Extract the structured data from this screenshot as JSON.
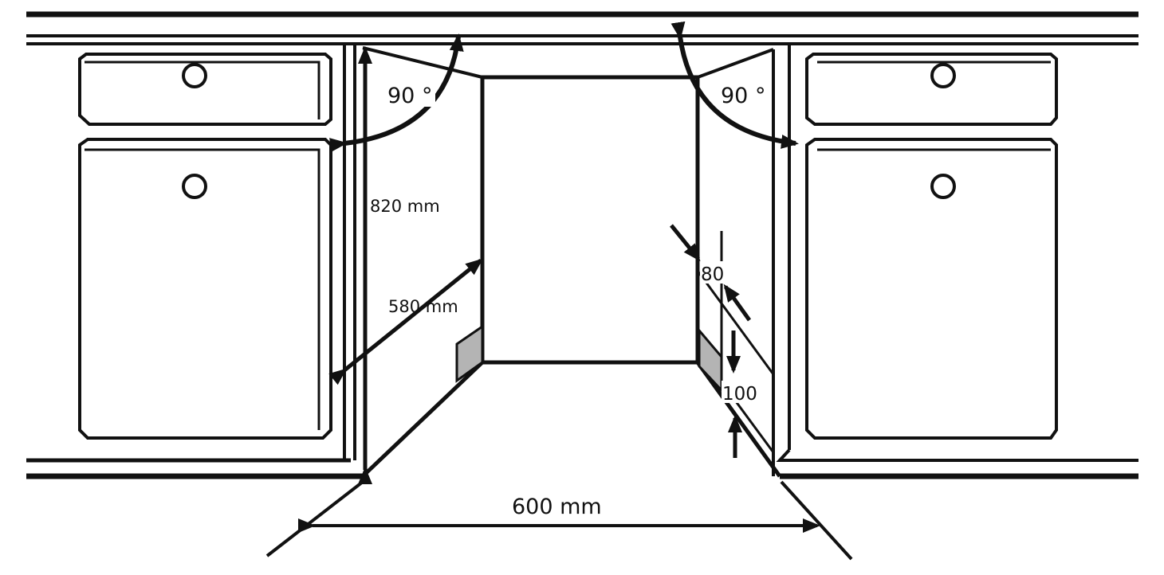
{
  "diagram": {
    "labels": {
      "angle_left": "90 °",
      "angle_right": "90 °",
      "height": "820 mm",
      "depth": "580 mm",
      "gap_top": "80",
      "gap_bottom": "100",
      "width": "600 mm"
    },
    "colors": {
      "line": "#111111",
      "block": "#b4b4b4"
    }
  }
}
